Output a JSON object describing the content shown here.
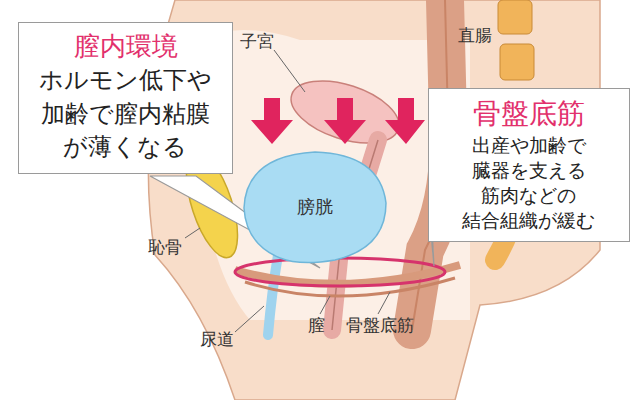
{
  "diagram": {
    "nodes": [
      {
        "text": [
          "膣内環境",
          "ホルモン低下や 加齢で膣内粘膜 が薄くなる"
        ]
      },
      {
        "text": [
          "膀胱"
        ]
      },
      {
        "text": [
          "骨盤底筋",
          "出産や加齢で 臓器を支える 筋肉などの 結合組織が緩む"
        ]
      }
    ],
    "labels": [
      "子宮",
      "直腸",
      "恥骨",
      "尿道",
      "膣",
      "骨盤底筋"
    ]
  }
}
